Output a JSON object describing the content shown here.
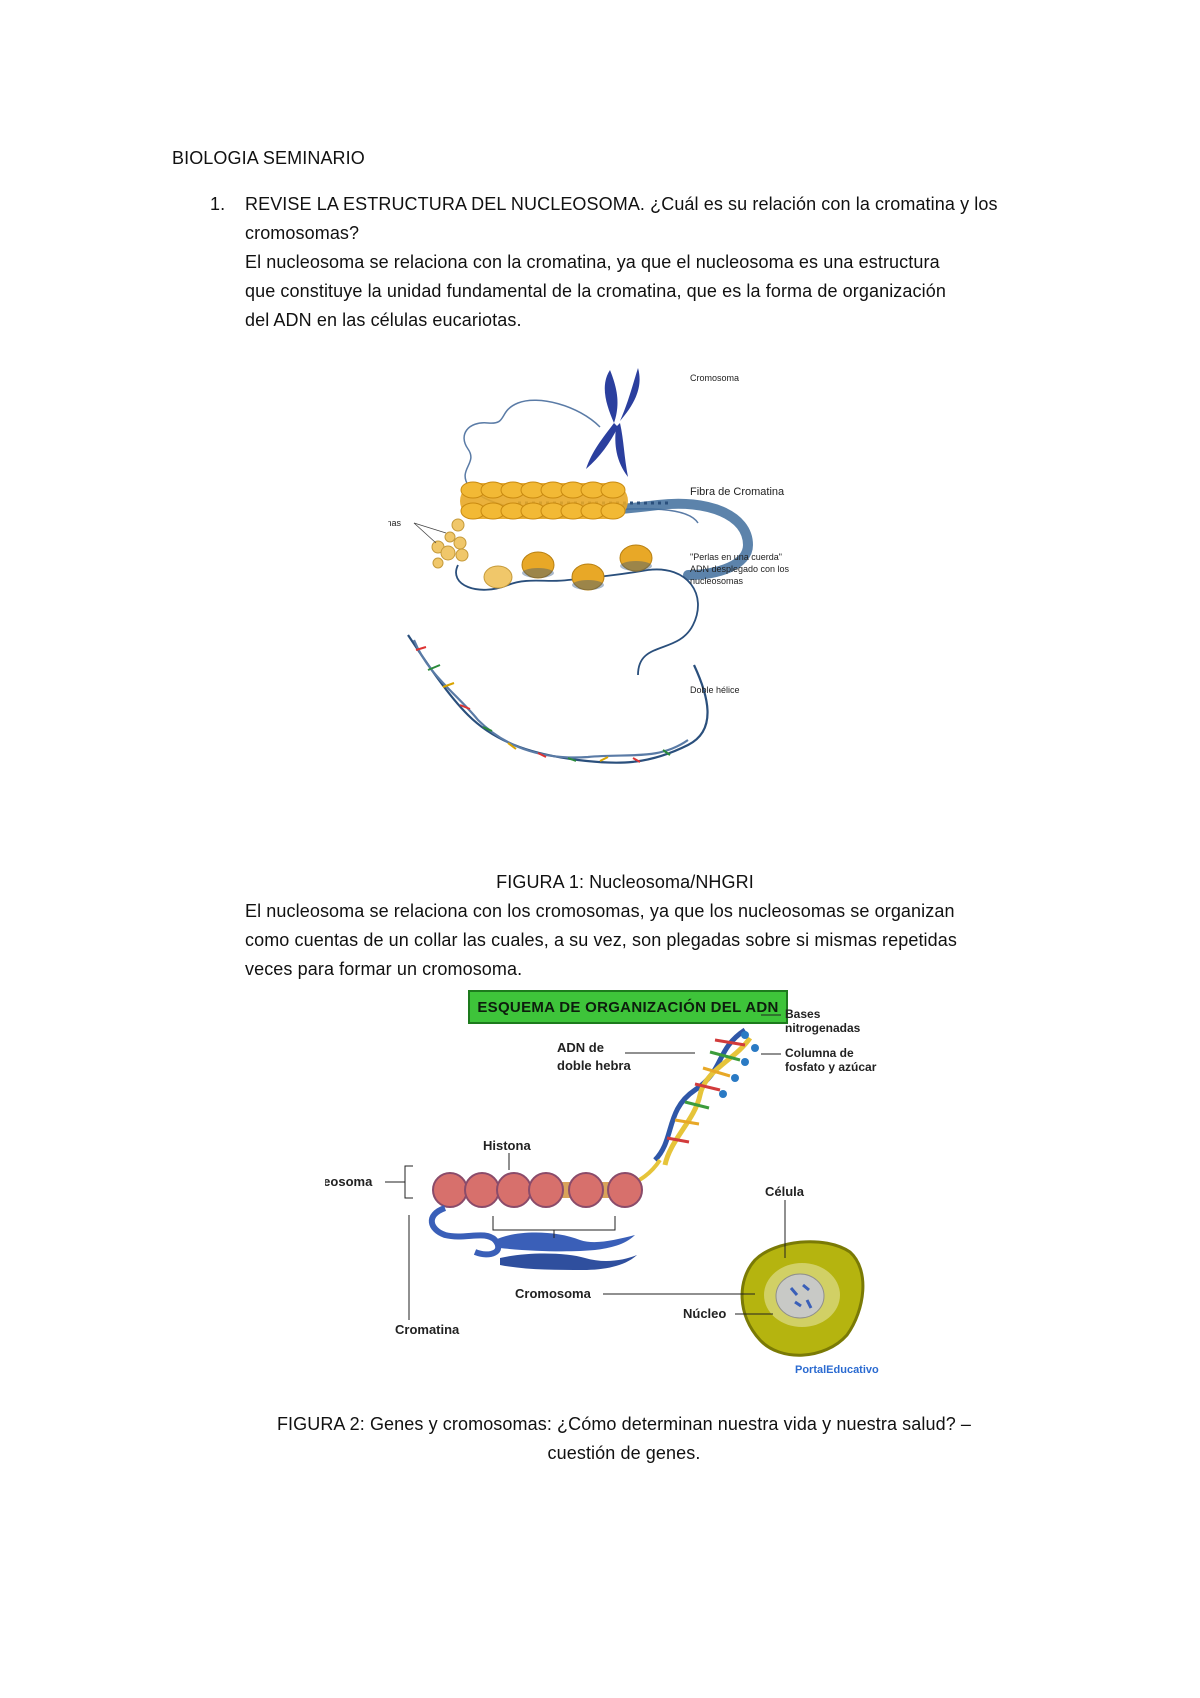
{
  "document": {
    "heading": "BIOLOGIA SEMINARIO",
    "question_number": "1.",
    "question_text_line1": "REVISE LA ESTRUCTURA DEL NUCLEOSOMA. ¿Cuál es su relación con la cromatina y los",
    "question_text_line2": "cromosomas?",
    "answer1": [
      "El nucleosoma se relaciona con la cromatina, ya que el nucleosoma es una estructura",
      "que constituye la unidad fundamental de la cromatina, que es la forma de organización",
      "del ADN en las células eucariotas."
    ],
    "figure1_caption": "FIGURA 1: Nucleosoma/NHGRI",
    "answer2": [
      "El nucleosoma se relaciona con los cromosomas, ya que los nucleosomas se organizan",
      "como cuentas de un collar las cuales, a su vez, son plegadas sobre si mismas repetidas",
      "veces para formar un cromosoma."
    ],
    "figure2_caption_line1": "FIGURA 2: Genes y cromosomas: ¿Cómo determinan nuestra vida y nuestra salud? –",
    "figure2_caption_line2": "cuestión de genes."
  },
  "figure1": {
    "labels": {
      "cromosoma": "Cromosoma",
      "fibra": "Fibra de Cromatina",
      "histonas": "Histonas",
      "perlas_1": "\"Perlas en una cuerda\"",
      "perlas_2": "ADN desplegado con los",
      "perlas_3": "nucleosomas",
      "doble_helice": "Doble hélice"
    },
    "colors": {
      "chromosome": "#2b3f9e",
      "histone": "#e8a827",
      "dna": "#2a4f7c"
    }
  },
  "figure2": {
    "banner": "ESQUEMA DE ORGANIZACIÓN DEL ADN",
    "labels": {
      "bases_1": "Bases",
      "bases_2": "nitrogenadas",
      "adn_1": "ADN de",
      "adn_2": "doble hebra",
      "columna_1": "Columna de",
      "columna_2": "fosfato y azúcar",
      "histona": "Histona",
      "nucleosoma": "Nucleosoma",
      "celula": "Célula",
      "cromosoma": "Cromosoma",
      "nucleo": "Núcleo",
      "cromatina": "Cromatina",
      "logo": "PortalEducativo"
    },
    "colors": {
      "banner": "#3ec43a",
      "cell": "#b5b40f",
      "chromosome": "#3a5fb8",
      "nucleosome": "#d7706c"
    }
  }
}
